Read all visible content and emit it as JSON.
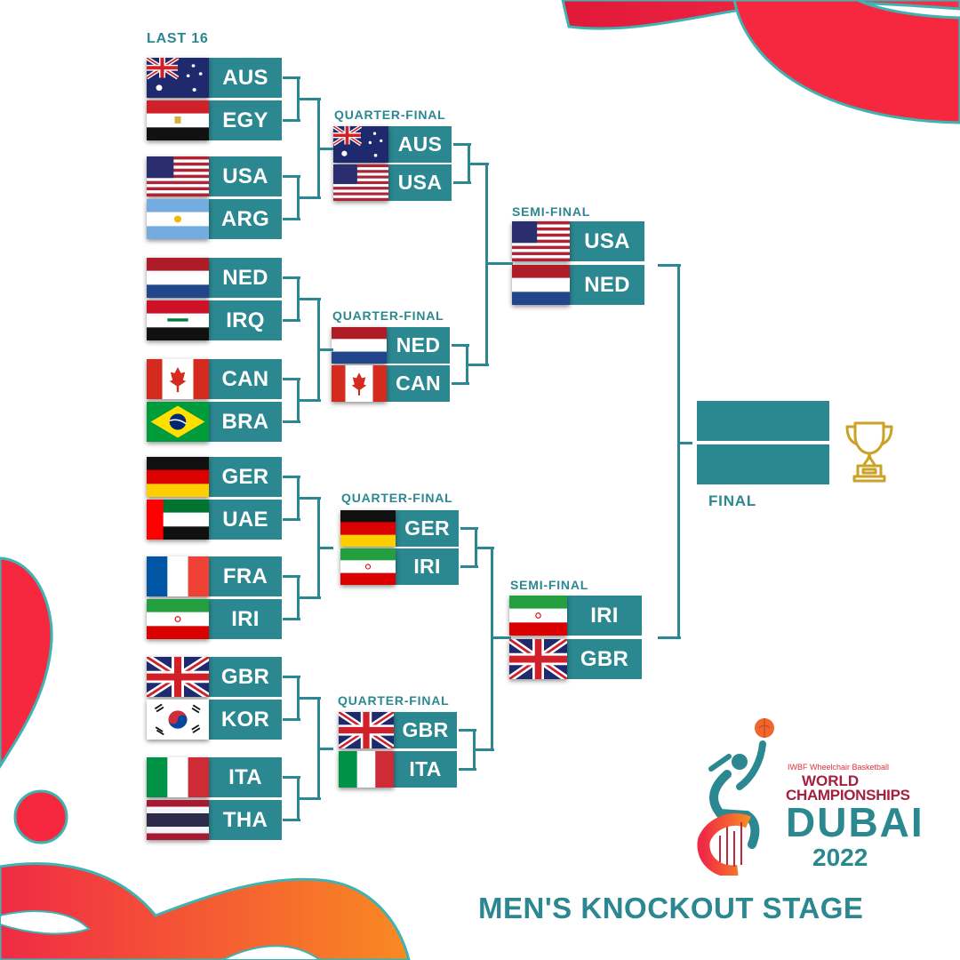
{
  "colors": {
    "teal": "#2b8790",
    "red": "#f02a45",
    "orange": "#f7792a",
    "gold": "#c9a227"
  },
  "title": "MEN'S KNOCKOUT STAGE",
  "rounds": {
    "last16_label": "LAST 16",
    "quarter_label": "QUARTER-FINAL",
    "semi_label": "SEMI-FINAL",
    "final_label": "FINAL"
  },
  "last16": [
    {
      "code": "AUS",
      "flag": "australia-flag"
    },
    {
      "code": "EGY",
      "flag": "egypt-flag"
    },
    {
      "code": "USA",
      "flag": "usa-flag"
    },
    {
      "code": "ARG",
      "flag": "argentina-flag"
    },
    {
      "code": "NED",
      "flag": "netherlands-flag"
    },
    {
      "code": "IRQ",
      "flag": "iraq-flag"
    },
    {
      "code": "CAN",
      "flag": "canada-flag"
    },
    {
      "code": "BRA",
      "flag": "brazil-flag"
    },
    {
      "code": "GER",
      "flag": "germany-flag"
    },
    {
      "code": "UAE",
      "flag": "uae-flag"
    },
    {
      "code": "FRA",
      "flag": "france-flag"
    },
    {
      "code": "IRI",
      "flag": "iran-flag"
    },
    {
      "code": "GBR",
      "flag": "uk-flag"
    },
    {
      "code": "KOR",
      "flag": "korea-flag"
    },
    {
      "code": "ITA",
      "flag": "italy-flag"
    },
    {
      "code": "THA",
      "flag": "thailand-flag"
    }
  ],
  "quarterfinals": [
    {
      "code": "AUS",
      "flag": "australia-flag"
    },
    {
      "code": "USA",
      "flag": "usa-flag"
    },
    {
      "code": "NED",
      "flag": "netherlands-flag"
    },
    {
      "code": "CAN",
      "flag": "canada-flag"
    },
    {
      "code": "GER",
      "flag": "germany-flag"
    },
    {
      "code": "IRI",
      "flag": "iran-flag"
    },
    {
      "code": "GBR",
      "flag": "uk-flag"
    },
    {
      "code": "ITA",
      "flag": "italy-flag"
    }
  ],
  "semifinals": [
    {
      "code": "USA",
      "flag": "usa-flag"
    },
    {
      "code": "NED",
      "flag": "netherlands-flag"
    },
    {
      "code": "IRI",
      "flag": "iran-flag"
    },
    {
      "code": "GBR",
      "flag": "uk-flag"
    }
  ],
  "final": [
    {
      "code": "",
      "flag": ""
    },
    {
      "code": "",
      "flag": ""
    }
  ],
  "trophy_icon": "trophy-icon",
  "logo": {
    "org": "IWBF Wheelchair Basketball",
    "line1": "WORLD",
    "line2": "CHAMPIONSHIPS",
    "city": "DUBAI",
    "year": "2022"
  }
}
